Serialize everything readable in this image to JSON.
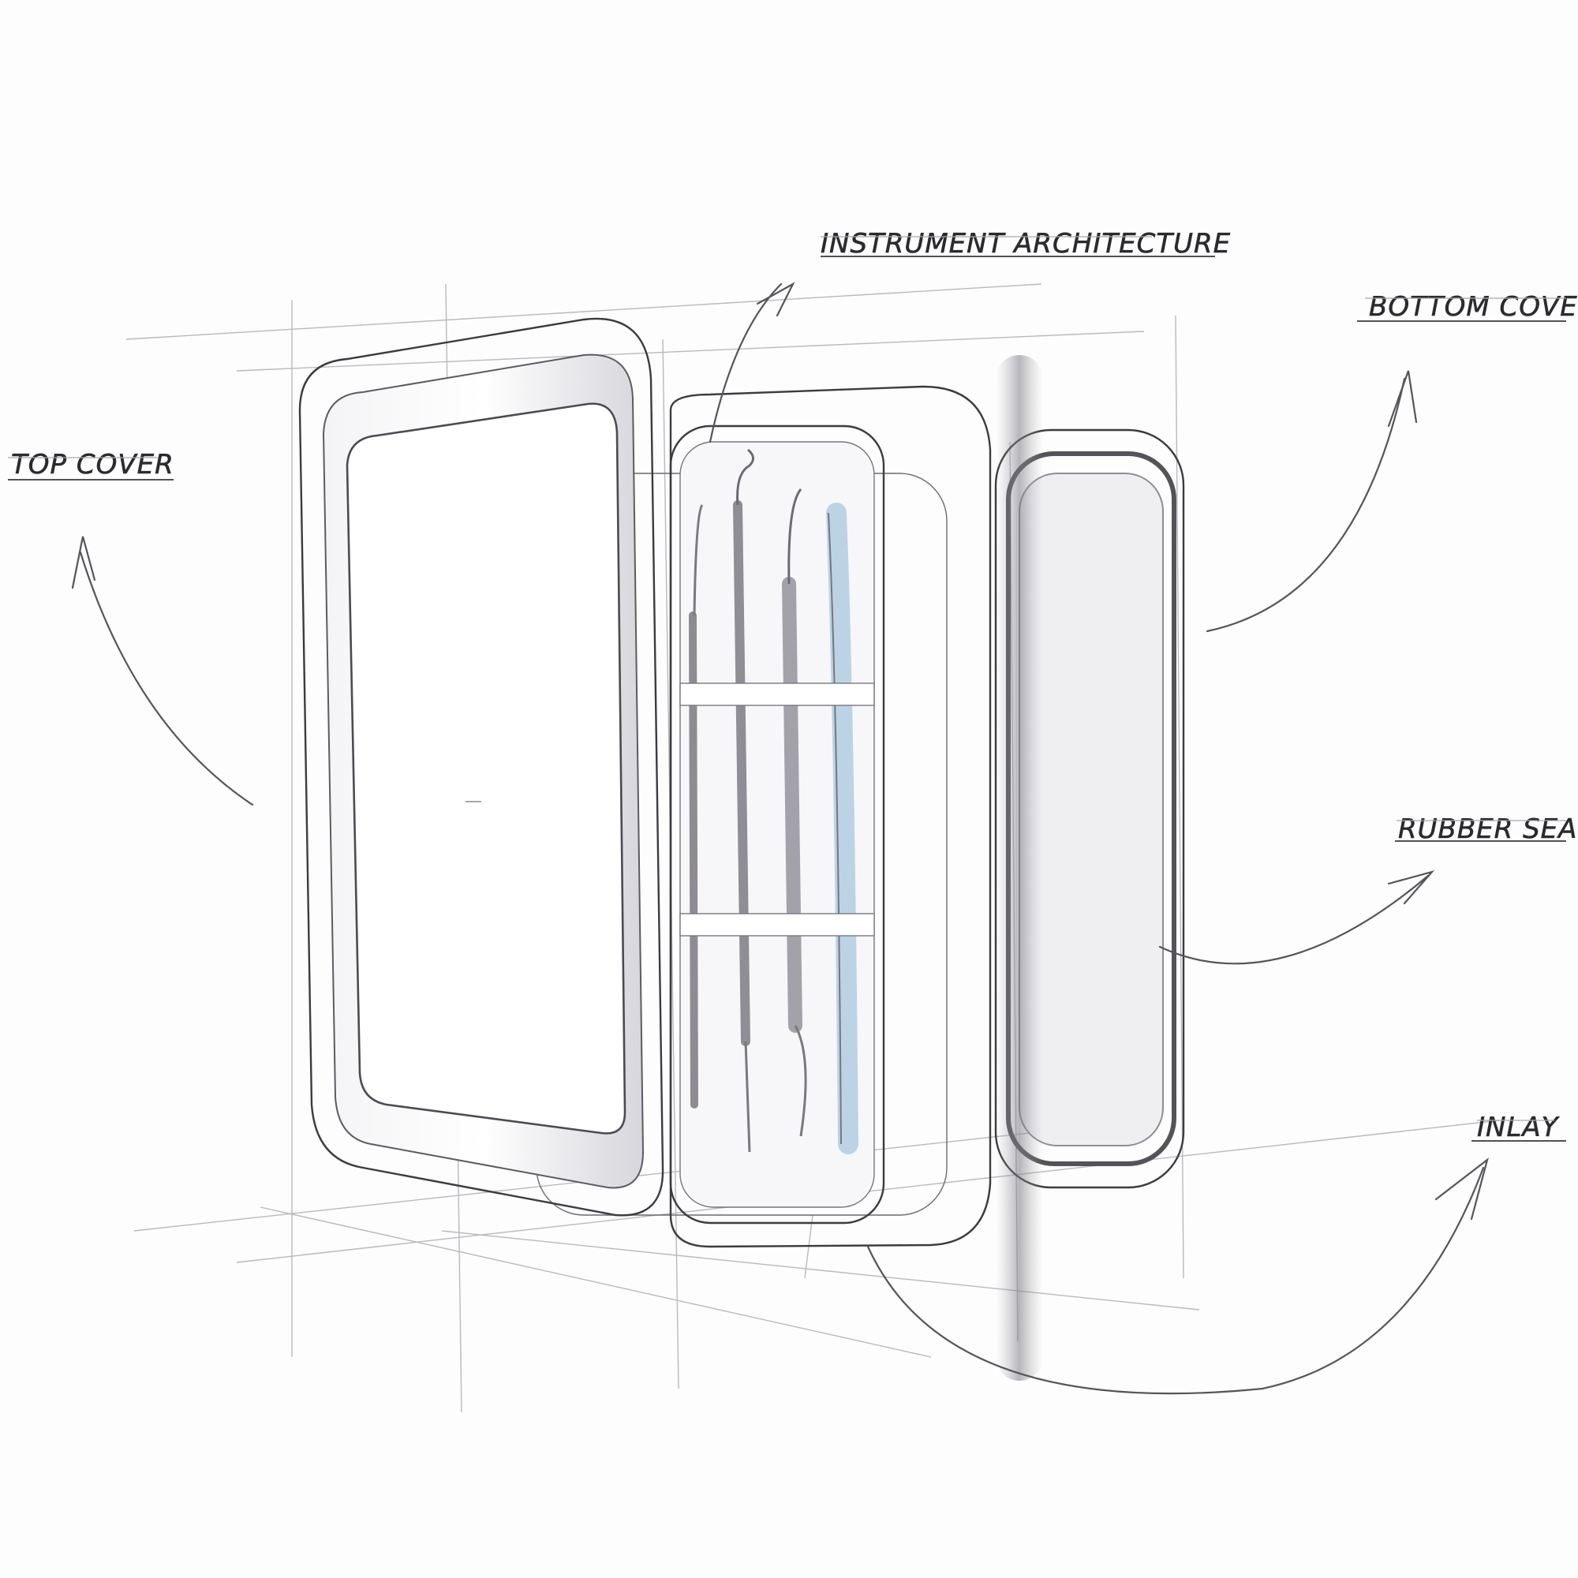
{
  "labels": {
    "top_cover": "TOP COVER",
    "instrument_architecture": "INSTRUMENT ARCHITECTURE",
    "bottom_cover": "BOTTOM COVER",
    "rubber_seal": "RUBBER SEAL",
    "inlay": "INLAY"
  },
  "colors": {
    "ink": "#2b2b2f",
    "pencil": "#b9b9be",
    "steel": "#dcdce2",
    "steel_dark": "#9c9aa2",
    "inlay_tray": "#c9c7cd",
    "glass_blue": "#cfe0ee"
  }
}
